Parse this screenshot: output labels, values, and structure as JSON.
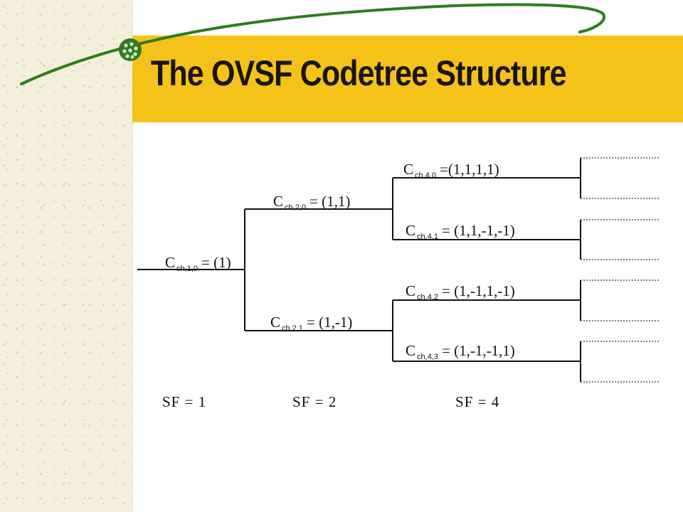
{
  "slide": {
    "title": "The OVSF Codetree Structure",
    "accent_color": "#f5c21a",
    "swoosh_color": "#2e7d1e",
    "sidebar_color": "#f3efdc"
  },
  "tree": {
    "root": {
      "base": "C",
      "sub": "ch,1,0",
      "value": "= (1)"
    },
    "level2": [
      {
        "base": "C",
        "sub": "ch,2,0",
        "value": "= (1,1)"
      },
      {
        "base": "C",
        "sub": "ch,2,1",
        "value": "= (1,-1)"
      }
    ],
    "level4": [
      {
        "base": "C",
        "sub": "ch,4,0",
        "value": "=(1,1,1,1)"
      },
      {
        "base": "C",
        "sub": "ch,4,1",
        "value": "= (1,1,-1,-1)"
      },
      {
        "base": "C",
        "sub": "ch,4,2",
        "value": "= (1,-1,1,-1)"
      },
      {
        "base": "C",
        "sub": "ch,4,3",
        "value": "= (1,-1,-1,1)"
      }
    ]
  },
  "spreading_factors": [
    "SF = 1",
    "SF = 2",
    "SF = 4"
  ]
}
